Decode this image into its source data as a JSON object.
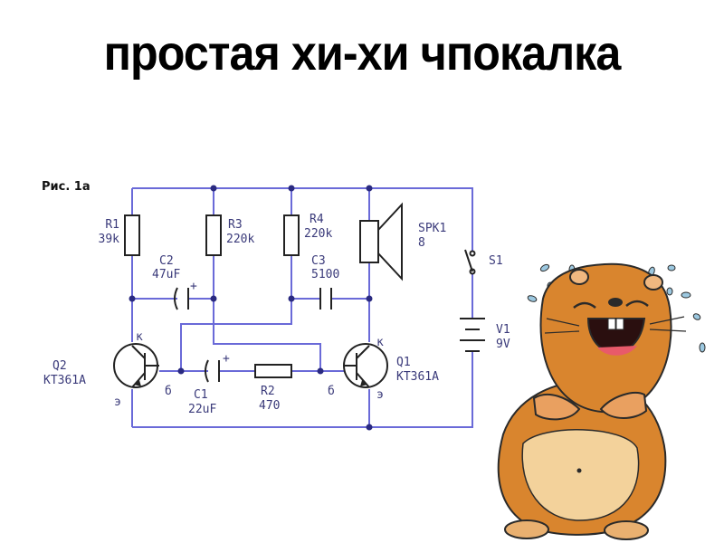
{
  "title": "простая хи-хи чпокалка",
  "figure_label": "Рис. 1а",
  "components": {
    "r1": {
      "ref": "R1",
      "value": "39k"
    },
    "r3": {
      "ref": "R3",
      "value": "220k"
    },
    "r4": {
      "ref": "R4",
      "value": "220k"
    },
    "c2": {
      "ref": "C2",
      "value": "47uF",
      "polarity": "+"
    },
    "c3": {
      "ref": "C3",
      "value": "5100"
    },
    "spk1": {
      "ref": "SPK1",
      "value": "8"
    },
    "s1": {
      "ref": "S1"
    },
    "v1": {
      "ref": "V1",
      "value": "9V"
    },
    "q2": {
      "ref": "Q2",
      "part": "KT361A",
      "collector": "к",
      "base": "б",
      "emitter": "э"
    },
    "q1": {
      "ref": "Q1",
      "part": "KT361A",
      "collector": "к",
      "base": "б",
      "emitter": "э"
    },
    "c1": {
      "ref": "C1",
      "value": "22uF",
      "polarity": "+"
    },
    "r2": {
      "ref": "R2",
      "value": "470"
    }
  },
  "colors": {
    "wire": "#6a6ad8",
    "component": "#222222",
    "hamster_fur": "#d9852e"
  }
}
